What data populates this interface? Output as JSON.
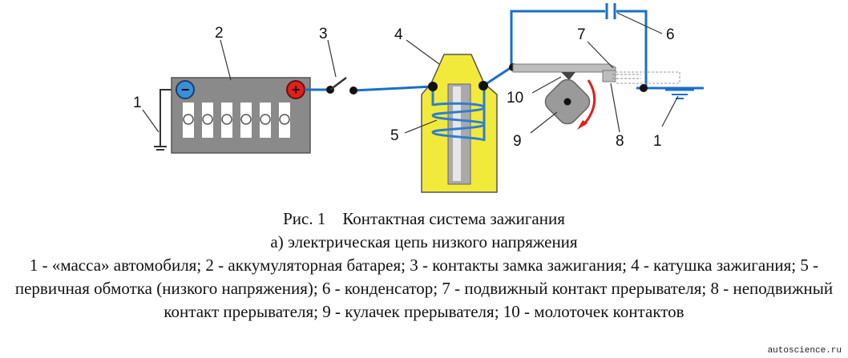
{
  "callouts": {
    "n1_left": "1",
    "n2": "2",
    "n3": "3",
    "n4": "4",
    "n5": "5",
    "n6": "6",
    "n7": "7",
    "n8": "8",
    "n9": "9",
    "n10": "10",
    "n1_right": "1"
  },
  "battery": {
    "minus_symbol": "−",
    "plus_symbol": "+"
  },
  "colors": {
    "wire": "#1a6fc4",
    "battery_body": "#8a8a8a",
    "coil_body": "#f2ea3a",
    "coil_winding": "#2a7fd4",
    "cam": "#9a9a9a",
    "rotation_arrow": "#e0201a",
    "plus_terminal": "#e0201a",
    "minus_terminal": "#3a8fd8"
  },
  "caption": {
    "title": "Рис. 1    Контактная система зажигания",
    "subtitle": "а) электрическая цепь низкого напряжения",
    "legend": "1 - «масса» автомобиля; 2 - аккумуляторная батарея; 3 - контакты замка зажигания; 4 - катушка зажигания; 5 - первичная обмотка (низкого напряжения); 6 - конденсатор; 7 - подвижный контакт прерывателя; 8 - неподвижный контакт прерывателя; 9 - кулачек прерывателя; 10 - молоточек контактов"
  },
  "watermark": "autoscience.ru"
}
